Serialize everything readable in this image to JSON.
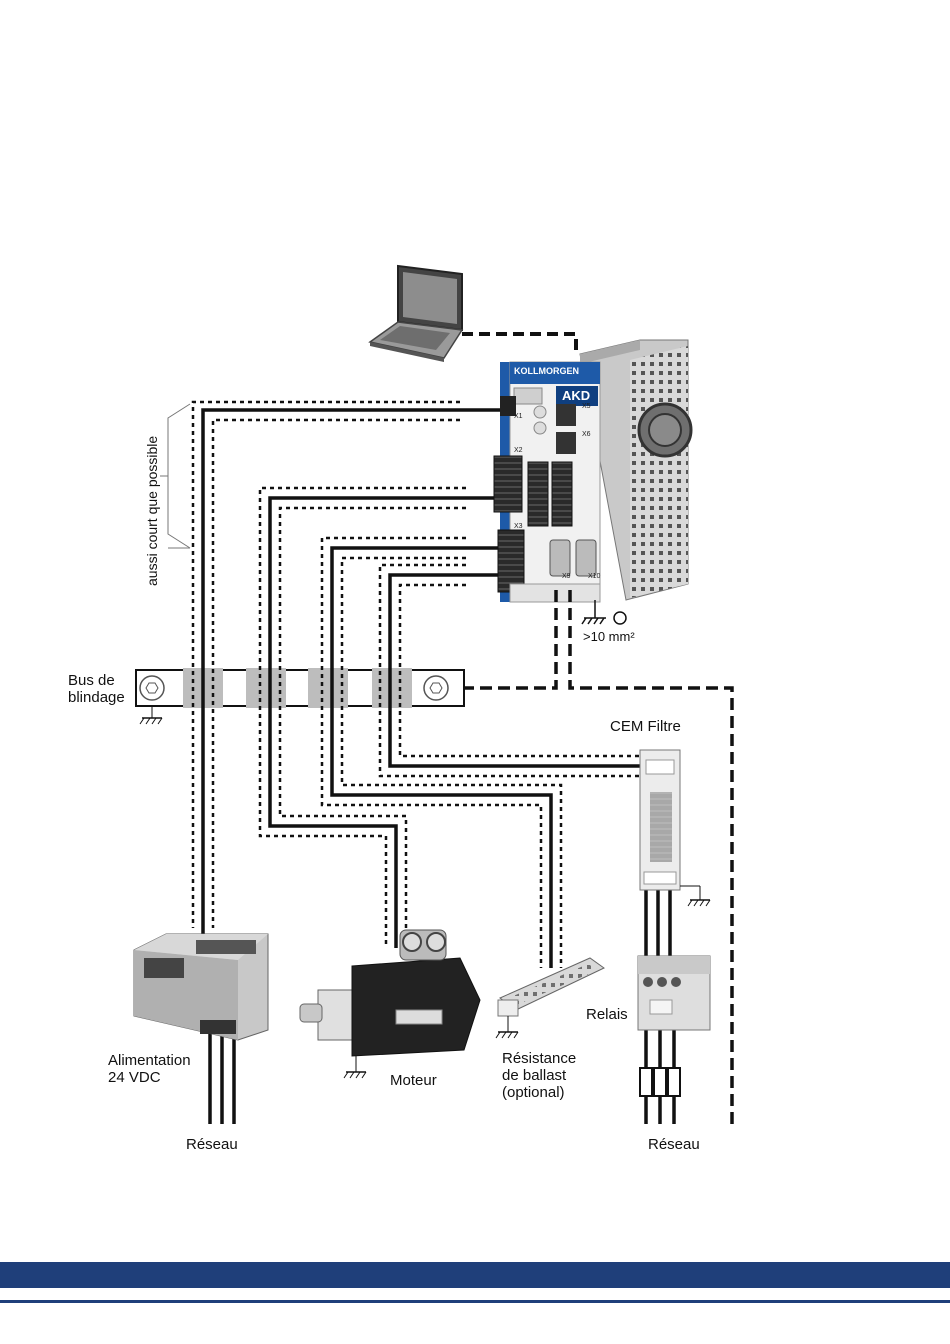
{
  "labels": {
    "cable_note": "aussi court que possible",
    "shield_bus": "Bus de\nblindage",
    "emc_filter": "CEM Filtre",
    "ground_section": ">10 mm²",
    "relay": "Relais",
    "power_supply": "Alimentation\n24 VDC",
    "motor": "Moteur",
    "ballast_resistor": "Résistance\nde ballast\n(optional)",
    "mains_left": "Réseau",
    "mains_right": "Réseau"
  },
  "drive": {
    "brand": "KOLLMORGEN",
    "model": "AKD",
    "connectors": [
      "X1",
      "X2",
      "X3",
      "X5",
      "X6",
      "X9",
      "X10"
    ]
  },
  "colors": {
    "footer": "#1f3f7a",
    "drive_accent": "#1e5aa8"
  }
}
